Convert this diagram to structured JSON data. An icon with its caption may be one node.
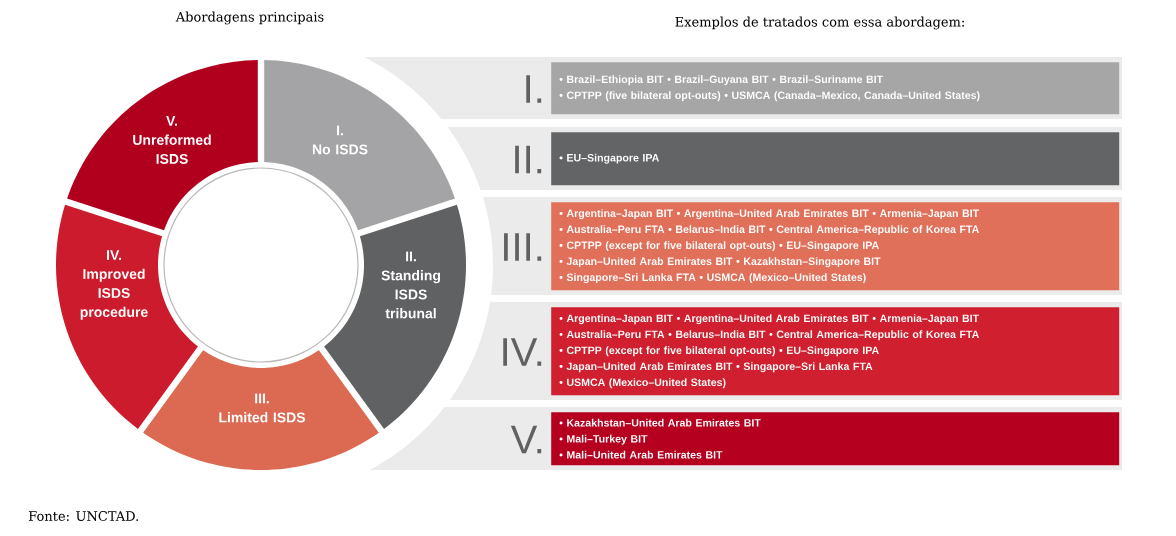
{
  "diagram": {
    "caption": "Fonte: UNCTAD.",
    "nodes": [
      {
        "text": [
          "I.",
          "No ISDS"
        ]
      },
      {
        "text": [
          "II.",
          "Standing ISDS tribunal"
        ]
      },
      {
        "text": [
          "III.",
          "Limited ISDS"
        ]
      },
      {
        "text": [
          "IV.",
          "Improved ISDS procedure"
        ]
      },
      {
        "text": [
          "V.",
          "Unreformed ISDS"
        ]
      },
      {
        "text": [
          "I."
        ]
      },
      {
        "text": [
          "• Brazil–Ethiopia BIT",
          "• Brazil–Guyana BIT",
          "• Brazil–Suriname BIT",
          "• CPTPP (five bilateral opt-outs)",
          "• USMCA (Canada–Mexico, Canada–United States)"
        ],
        "in": 5
      },
      {
        "text": [
          "II."
        ]
      },
      {
        "text": [
          "• EU–Singapore IPA"
        ],
        "in": 7
      },
      {
        "text": [
          "III."
        ]
      },
      {
        "text": [
          "• Argentina–Japan BIT",
          "• Argentina–United Arab Emirates BIT",
          "• Armenia–Japan BIT",
          "• Australia–Peru FTA",
          "• Belarus–India BIT",
          "• Central America–Republic of Korea FTA",
          "• CPTPP (except for five bilateral opt-outs)",
          "• EU–Singapore IPA",
          "• Japan–United Arab Emirates BIT",
          "• Kazakhstan–Singapore BIT",
          "• Singapore–Sri Lanka FTA",
          "• USMCA (Mexico–United States)"
        ],
        "in": 9
      },
      {
        "text": [
          "IV."
        ]
      },
      {
        "text": [
          "• Argentina–Japan BIT",
          "• Argentina–United Arab Emirates BIT",
          "• Armenia–Japan BIT",
          "• Australia–Peru FTA",
          "• Belarus–India BIT",
          "• Central America–Republic of Korea FTA",
          "• CPTPP (except for five bilateral opt-outs)",
          "• EU–Singapore IPA",
          "• Japan–United Arab Emirates BIT",
          "• Singapore–Sri Lanka FTA",
          "• USMCA (Mexico–United States)"
        ],
        "in": 11
      },
      {
        "text": [
          "V."
        ]
      },
      {
        "text": [
          "• Kazakhstan–United Arab Emirates BIT",
          "• Mali–Turkey BIT",
          "• Mali–United Arab Emirates BIT"
        ],
        "in": 13
      },
      {
        "text": [],
        "shape": "circle"
      }
    ],
    "labels": [
      "Abordagens principais",
      "Exemplos de tratados com essa abordagem:"
    ]
  }
}
